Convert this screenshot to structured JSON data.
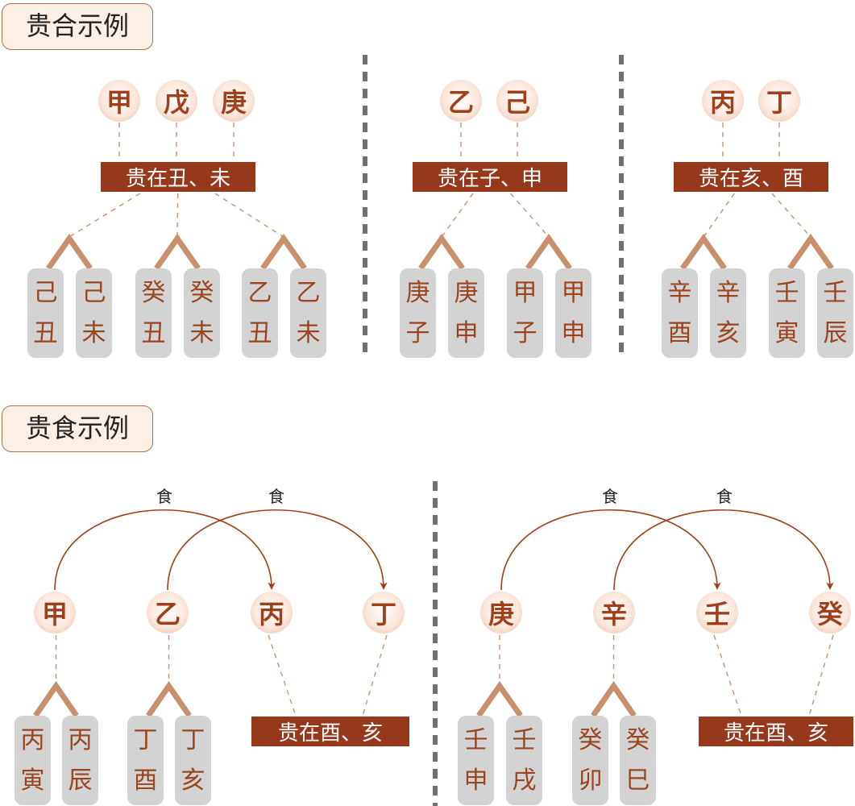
{
  "sections": {
    "guihe_title": "贵合示例",
    "guishi_title": "贵食示例"
  },
  "guihe": {
    "groups": [
      {
        "stems": [
          "甲",
          "戊",
          "庚"
        ],
        "banner": "贵在丑、未",
        "pairs": [
          [
            [
              "己",
              "丑"
            ],
            [
              "己",
              "未"
            ]
          ],
          [
            [
              "癸",
              "丑"
            ],
            [
              "癸",
              "未"
            ]
          ],
          [
            [
              "乙",
              "丑"
            ],
            [
              "乙",
              "未"
            ]
          ]
        ]
      },
      {
        "stems": [
          "乙",
          "己"
        ],
        "banner": "贵在子、申",
        "pairs": [
          [
            [
              "庚",
              "子"
            ],
            [
              "庚",
              "申"
            ]
          ],
          [
            [
              "甲",
              "子"
            ],
            [
              "甲",
              "申"
            ]
          ]
        ]
      },
      {
        "stems": [
          "丙",
          "丁"
        ],
        "banner": "贵在亥、酉",
        "pairs": [
          [
            [
              "辛",
              "酉"
            ],
            [
              "辛",
              "亥"
            ]
          ],
          [
            [
              "壬",
              "寅"
            ],
            [
              "壬",
              "辰"
            ]
          ]
        ]
      }
    ]
  },
  "guishi": {
    "groups": [
      {
        "stems": [
          "甲",
          "乙",
          "丙",
          "丁"
        ],
        "eat_labels": [
          "食",
          "食"
        ],
        "pairs": [
          [
            [
              "丙",
              "寅"
            ],
            [
              "丙",
              "辰"
            ]
          ],
          [
            [
              "丁",
              "酉"
            ],
            [
              "丁",
              "亥"
            ]
          ]
        ],
        "banner": "贵在酉、亥"
      },
      {
        "stems": [
          "庚",
          "辛",
          "壬",
          "癸"
        ],
        "eat_labels": [
          "食",
          "食"
        ],
        "pairs": [
          [
            [
              "壬",
              "申"
            ],
            [
              "壬",
              "戌"
            ]
          ],
          [
            [
              "癸",
              "卯"
            ],
            [
              "癸",
              "巳"
            ]
          ]
        ],
        "banner": "贵在酉、亥"
      }
    ]
  },
  "colors": {
    "banner": "#96381a",
    "stem_text": "#a0401a",
    "pill_text": "#9a4520",
    "pill_bg": "#d3d3d3",
    "connector": "#c8906c",
    "arrow": "#a0401a",
    "divider": "#707070"
  }
}
